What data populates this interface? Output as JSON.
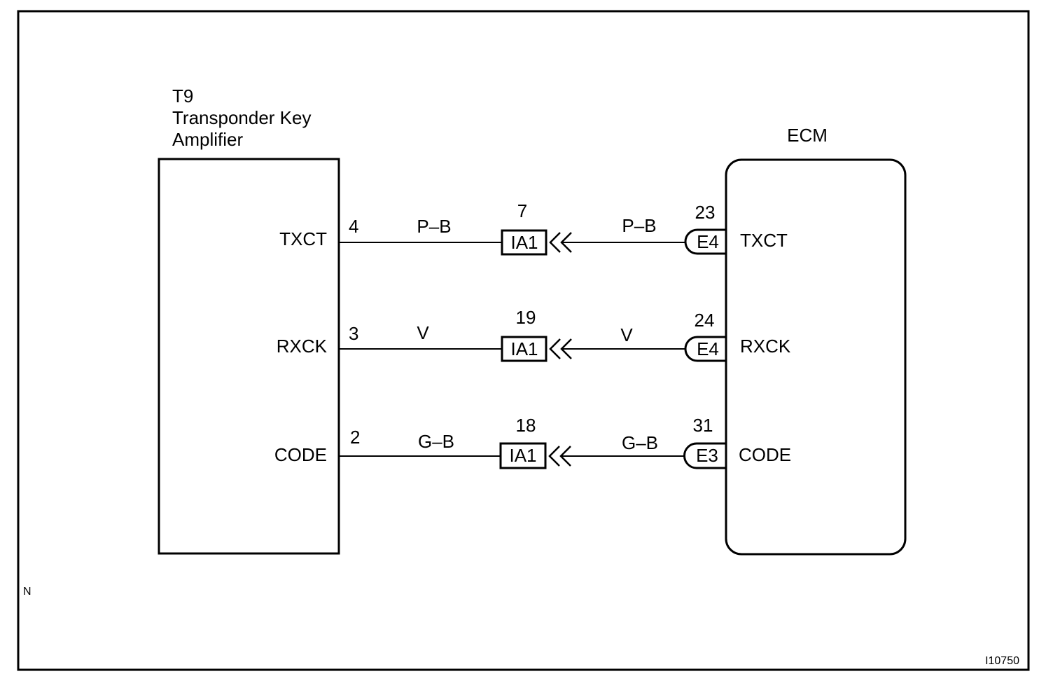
{
  "amplifier": {
    "id": "T9",
    "name_line1": "Transponder Key",
    "name_line2": "Amplifier",
    "terminals": [
      {
        "label": "TXCT",
        "pin": "4"
      },
      {
        "label": "RXCK",
        "pin": "3"
      },
      {
        "label": "CODE",
        "pin": "2"
      }
    ]
  },
  "ecm": {
    "title": "ECM",
    "terminals": [
      {
        "label": "TXCT",
        "pin": "23",
        "connector": "E4"
      },
      {
        "label": "RXCK",
        "pin": "24",
        "connector": "E4"
      },
      {
        "label": "CODE",
        "pin": "31",
        "connector": "E3"
      }
    ]
  },
  "wires": [
    {
      "left_color": "P–B",
      "right_color": "P–B",
      "junction": "IA1",
      "junction_pin": "7"
    },
    {
      "left_color": "V",
      "right_color": "V",
      "junction": "IA1",
      "junction_pin": "19"
    },
    {
      "left_color": "G–B",
      "right_color": "G–B",
      "junction": "IA1",
      "junction_pin": "18"
    }
  ],
  "footer": {
    "corner_mark": "N",
    "figure_code": "I10750"
  }
}
